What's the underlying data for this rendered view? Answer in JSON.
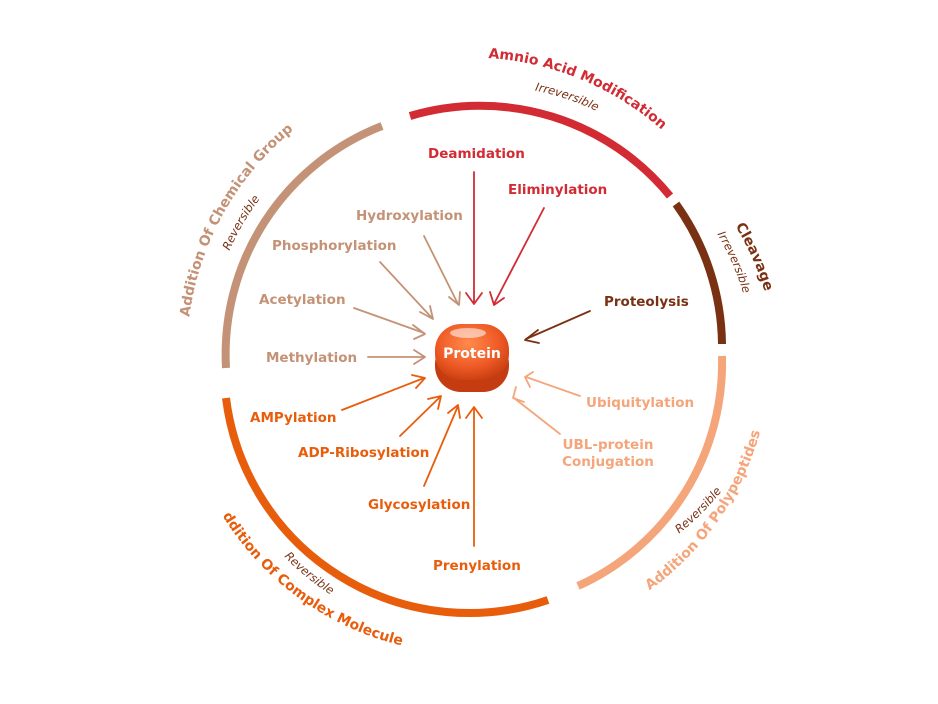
{
  "center": {
    "label": "Protein"
  },
  "colors": {
    "amino": "#d22b33",
    "cleavage": "#7a3113",
    "polypeptides": "#f5a57a",
    "complex": "#e85d0c",
    "chemical": "#c49276",
    "protein": "#ef5a25"
  },
  "sectors": {
    "amino": {
      "title": "Amnio Acid Modification",
      "subtitle": "Irreversible"
    },
    "cleavage": {
      "title": "Cleavage",
      "subtitle": "Irreversible"
    },
    "polypeptides": {
      "title": "Addition Of Polypeptides",
      "subtitle": "Reversible"
    },
    "complex": {
      "title": "Addition Of Complex Molecules",
      "subtitle": "Reversible"
    },
    "chemical": {
      "title": "Addition Of Chemical Groups",
      "subtitle": "Reversible"
    }
  },
  "modifications": {
    "deamidation": "Deamidation",
    "eliminylation": "Eliminylation",
    "proteolysis": "Proteolysis",
    "ubiquitylation": "Ubiquitylation",
    "ubl_line1": "UBL-protein",
    "ubl_line2": "Conjugation",
    "prenylation": "Prenylation",
    "glycosylation": "Glycosylation",
    "adp_ribosylation": "ADP-Ribosylation",
    "ampylation": "AMPylation",
    "methylation": "Methylation",
    "acetylation": "Acetylation",
    "phosphorylation": "Phosphorylation",
    "hydroxylation": "Hydroxylation"
  }
}
